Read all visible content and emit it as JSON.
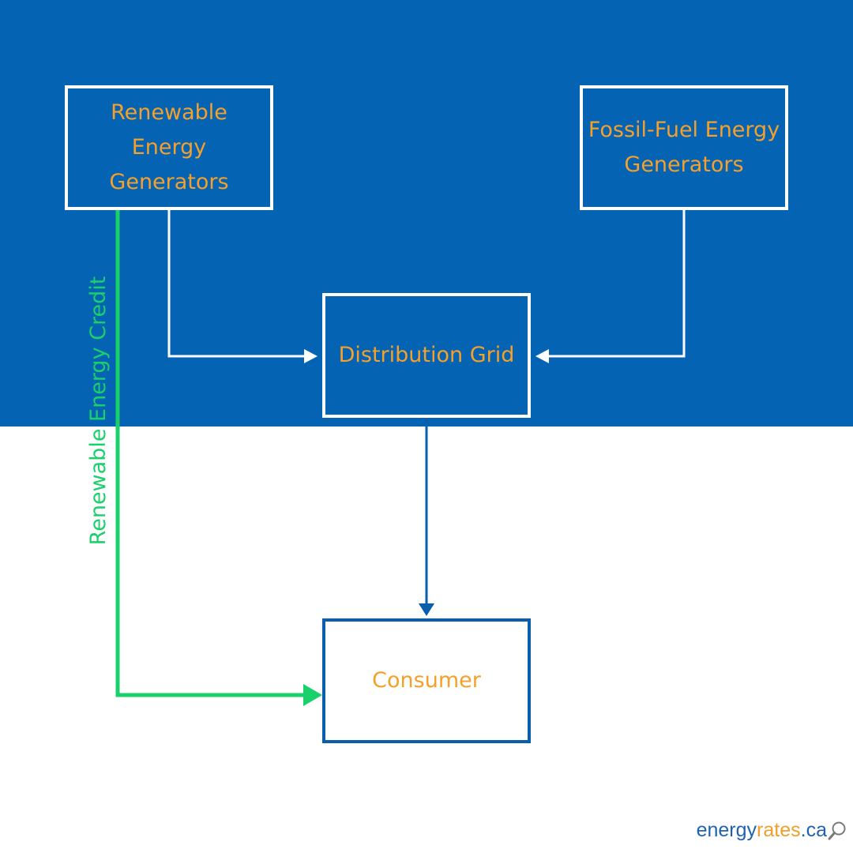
{
  "nodes": {
    "renewable": "Renewable\nEnergy\nGenerators",
    "fossil": "Fossil-Fuel Energy\nGenerators",
    "grid": "Distribution Grid",
    "consumer": "Consumer"
  },
  "edge_labels": {
    "credit": "Renewable Energy Credit"
  },
  "logo": {
    "part1": "energy",
    "part2": "rates",
    "part3": ".ca",
    "icon": "magnifier-icon"
  },
  "colors": {
    "background_top": "#0563b4",
    "node_text": "#f5a02a",
    "credit_line": "#19d16b",
    "dark_connector": "#0a5fad"
  }
}
